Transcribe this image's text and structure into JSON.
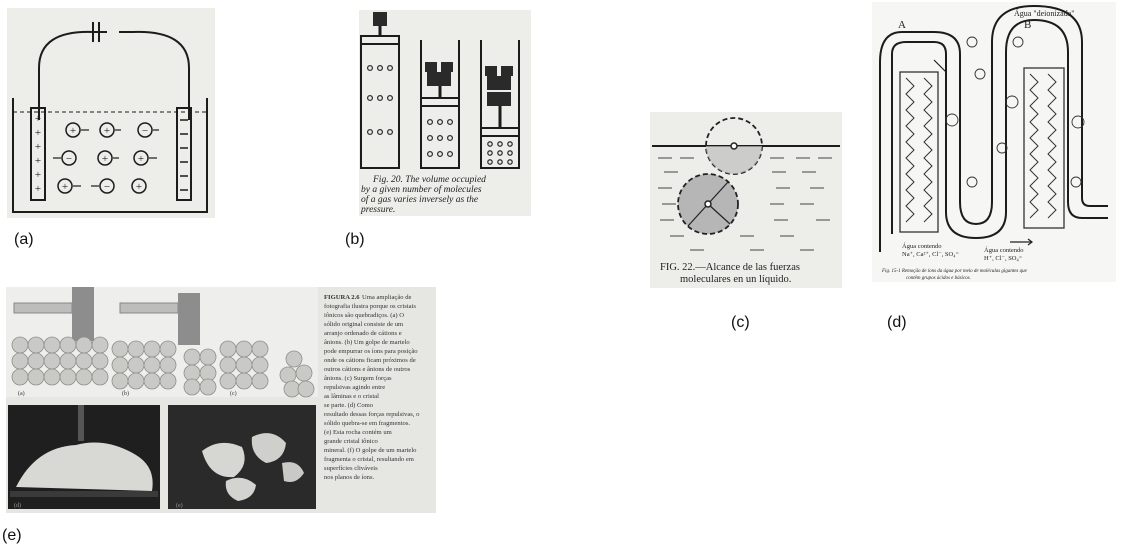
{
  "labels": {
    "a": "(a)",
    "b": "(b)",
    "c": "(c)",
    "d": "(d)",
    "e": "(e)"
  },
  "panel_b": {
    "caption_lines": [
      "Fig. 20. The volume occupied",
      "by a given number of molecules",
      "of a gas varies inversely as the",
      "pressure."
    ]
  },
  "panel_c": {
    "caption_lines": [
      "FIG. 22.—Alcance de las fuerzas",
      "moleculares en un líquido."
    ]
  },
  "panel_d": {
    "top_label": "Água \"deionizada\"",
    "column_a": "A",
    "column_b": "B",
    "inlet_label_lines": [
      "Água contendo",
      "Na⁺, Ca²⁺, Cl⁻, SO₄⁼"
    ],
    "outlet_label_lines": [
      "Água contendo",
      "H⁺, Cl⁻, SO₄⁼"
    ],
    "caption_lines": [
      "Fig. 15-1  Remoção de íons da água por meio de moléculas gigantes que",
      "contêm grupos ácidos e básicos."
    ]
  },
  "panel_e": {
    "caption_title": "FIGURA 2.6",
    "caption_lines": [
      "Uma ampliação de",
      "fotografia ilustra porque os cristais",
      "iônicos são quebradiços. (a) O",
      "sólido original consiste de um",
      "arranjo ordenado de cátions e",
      "ânions. (b) Um golpe de martelo",
      "pode empurrar os íons para posição",
      "onde os cátions ficam próximos de",
      "outros cátions e ânions de outros",
      "ânions. (c) Surgem forças",
      "repulsivas agindo entre",
      "as lâminas e o cristal",
      "se parte. (d) Como",
      "resultado dessas forças repulsivas, o",
      "sólido quebra-se em fragmentos.",
      "(e) Esta rocha contém um",
      "grande cristal iônico",
      "mineral. (f) O golpe de um martelo",
      "fragmenta o cristal, resultando em",
      "superfícies cliváveis",
      "nos planos de íons."
    ],
    "photo_tags": [
      "(a)",
      "(b)",
      "(c)",
      "(d)",
      "(e)"
    ]
  }
}
